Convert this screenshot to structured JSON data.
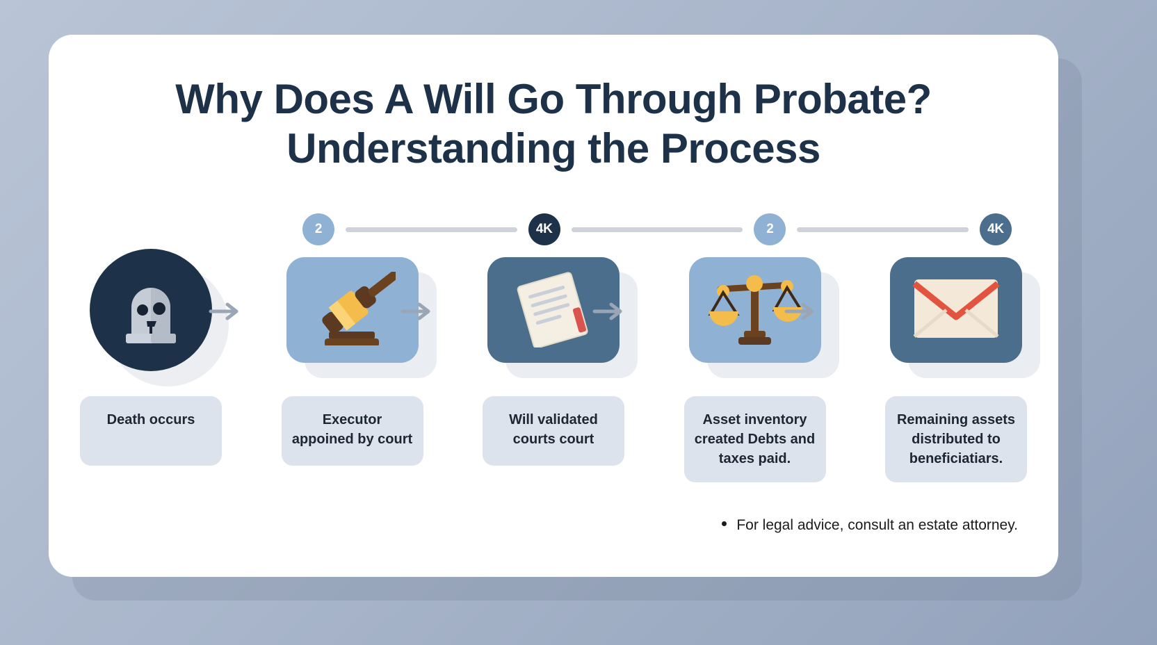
{
  "title": {
    "line1": "Why Does A Will Go Through Probate?",
    "line2": "Understanding the Process"
  },
  "colors": {
    "page_background": "#a9b6cb",
    "card_background": "#ffffff",
    "title_text": "#1d3248",
    "badge_light": "#8fb2d4",
    "badge_dark": "#1d3248",
    "badge_slate": "#4a6e8c",
    "rail_line": "#cdd2db",
    "tile_light": "#8fb2d4",
    "tile_slate": "#4a6e8c",
    "tile_dark": "#1d3248",
    "caption_background": "#dde3ec",
    "caption_text": "#1d2733",
    "arrow": "#9aa6b5"
  },
  "progress_rail": {
    "badges": [
      {
        "label": "2",
        "style": "light"
      },
      {
        "label": "4K",
        "style": "dark"
      },
      {
        "label": "2",
        "style": "light"
      },
      {
        "label": "4K",
        "style": "slate"
      }
    ]
  },
  "steps": [
    {
      "icon": "tombstone-icon",
      "tile_shape": "circle",
      "tile_color": "#1d3248",
      "caption": "Death occurs"
    },
    {
      "icon": "gavel-icon",
      "tile_shape": "rounded",
      "tile_color": "#8fb2d4",
      "caption": "Executor appoined by court"
    },
    {
      "icon": "document-icon",
      "tile_shape": "rounded",
      "tile_color": "#4a6e8c",
      "caption": "Will validated courts court"
    },
    {
      "icon": "scales-icon",
      "tile_shape": "rounded",
      "tile_color": "#8fb2d4",
      "caption": "Asset inventory created Debts and taxes paid."
    },
    {
      "icon": "envelope-icon",
      "tile_shape": "rounded",
      "tile_color": "#4a6e8c",
      "caption": "Remaining assets distributed to beneficiatiars."
    }
  ],
  "footnote": {
    "text": "For legal advice, consult an estate attorney."
  }
}
